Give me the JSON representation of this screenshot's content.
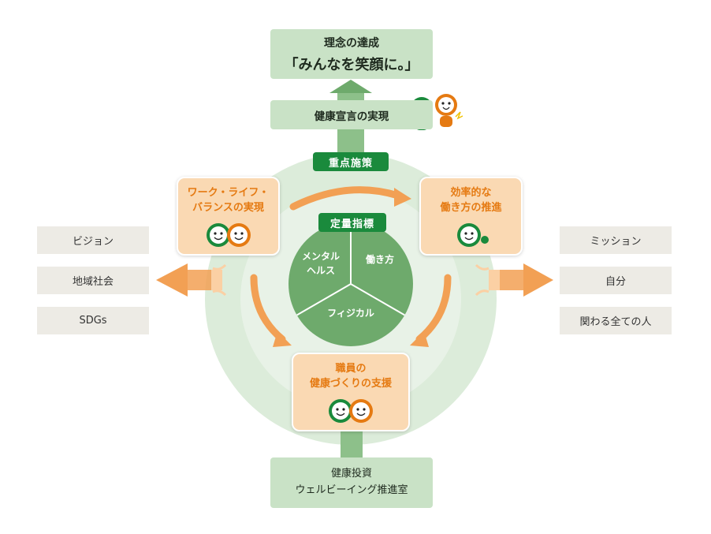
{
  "goal": {
    "line1": "理念の達成",
    "line2": "「みんなを笑顔に。」"
  },
  "declaration": "健康宣言の実現",
  "key_measures_label": "重点施策",
  "quant_label": "定量指標",
  "segments": {
    "mental_line1": "メンタル",
    "mental_line2": "ヘルス",
    "work": "働き方",
    "physical": "フィジカル"
  },
  "wlb": {
    "line1": "ワーク・ライフ・",
    "line2": "バランスの実現"
  },
  "efficiency": {
    "line1": "効率的な",
    "line2": "働き方の推進"
  },
  "support": {
    "line1": "職員の",
    "line2": "健康づくりの支援"
  },
  "investment": {
    "line1": "健康投資",
    "line2": "ウェルビーイング推進室"
  },
  "left_items": [
    "ビジョン",
    "地域社会",
    "SDGs"
  ],
  "right_items": [
    "ミッション",
    "自分",
    "関わる全ての人"
  ],
  "colors": {
    "dark_green": "#1a8a3c",
    "mid_green": "#6eaa6c",
    "light_green": "#c9e2c6",
    "ring_green": "#dcecda",
    "orange": "#e57a12",
    "light_orange": "#fad9b3",
    "gray": "#edebe5"
  }
}
